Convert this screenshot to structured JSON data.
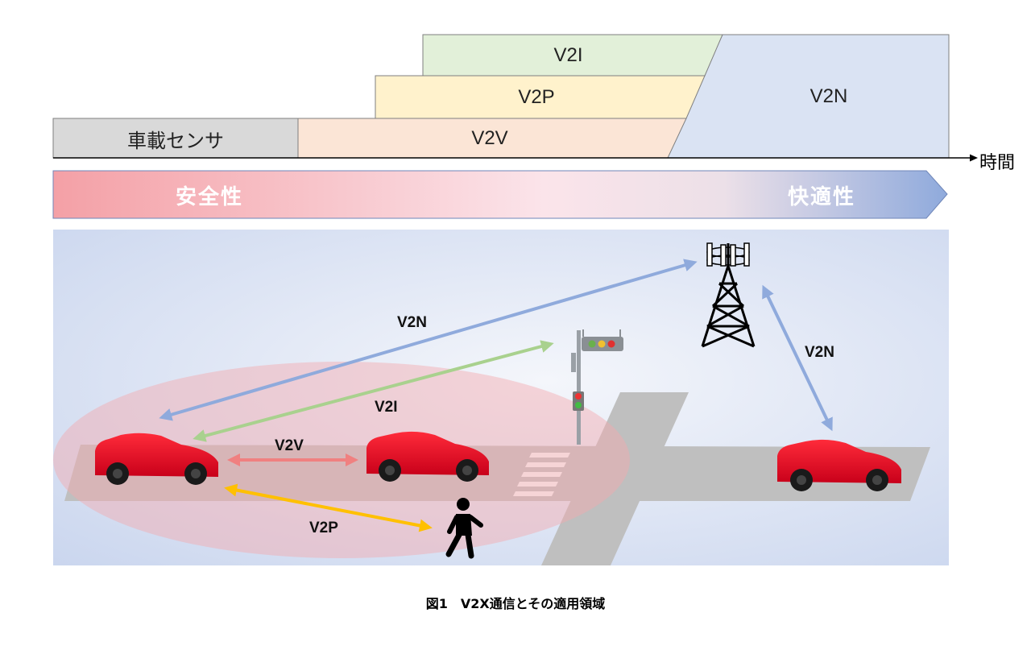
{
  "timeline": {
    "bands": {
      "sensor": "車載センサ",
      "v2v": "V2V",
      "v2p": "V2P",
      "v2i": "V2I",
      "v2n": "V2N"
    },
    "axis_label": "時間",
    "colors": {
      "sensor": "#d9d9d9",
      "v2v": "#fbe5d6",
      "v2p": "#fff2cc",
      "v2i": "#e2f0d9",
      "v2n": "#dae3f3"
    }
  },
  "gradient_arrow": {
    "left_label": "安全性",
    "right_label": "快適性",
    "colors": {
      "start": "#f4a0a6",
      "mid": "#fbe4ea",
      "end": "#8faadc"
    }
  },
  "scene": {
    "labels": {
      "v2n_left": "V2N",
      "v2i": "V2I",
      "v2v": "V2V",
      "v2p": "V2P",
      "v2n_right": "V2N"
    },
    "arrow_colors": {
      "v2n": "#8faadc",
      "v2i": "#a9d18e",
      "v2v": "#f08080",
      "v2p": "#ffc000"
    }
  },
  "caption": "図1　V2X通信とその適用領域"
}
